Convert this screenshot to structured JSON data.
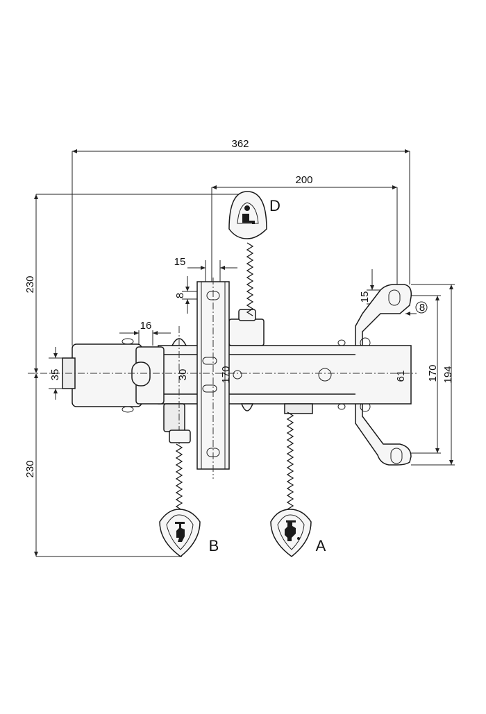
{
  "dimensions": {
    "overall_width": "362",
    "lever_span": "200",
    "height_upper": "230",
    "height_lower": "230",
    "slot_width": "15",
    "slot_height": "8",
    "block_width": "16",
    "shaft_dia": "35",
    "hole_spacing": "30",
    "bracket_height": "170",
    "plate_slot": "15",
    "plate_offset": "8",
    "plate_width": "61",
    "plate_hole_spacing": "170",
    "plate_overall": "194"
  },
  "levers": {
    "d": "D",
    "b": "B",
    "a": "A"
  },
  "colors": {
    "line": "#1a1a1a",
    "fill": "#f6f6f6"
  }
}
